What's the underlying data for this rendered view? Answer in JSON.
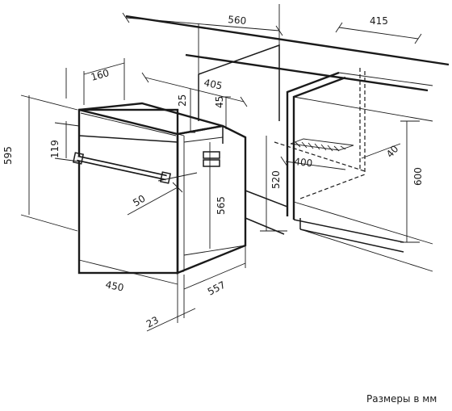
{
  "dimensions": {
    "niche_width": "560",
    "cabinet_depth_side": "415",
    "oven_top_depth": "160",
    "cabinet_top_depth": "405",
    "top_gap": "25",
    "top_offset": "45",
    "oven_height": "595",
    "panel_height": "119",
    "cutout_depth": "400",
    "vent_height": "40",
    "niche_height_inner": "520",
    "cabinet_height": "600",
    "handle_offset": "50",
    "body_height": "565",
    "oven_width": "450",
    "body_depth": "557",
    "door_thickness": "23"
  },
  "footer": {
    "units_note": "Размеры в мм"
  }
}
